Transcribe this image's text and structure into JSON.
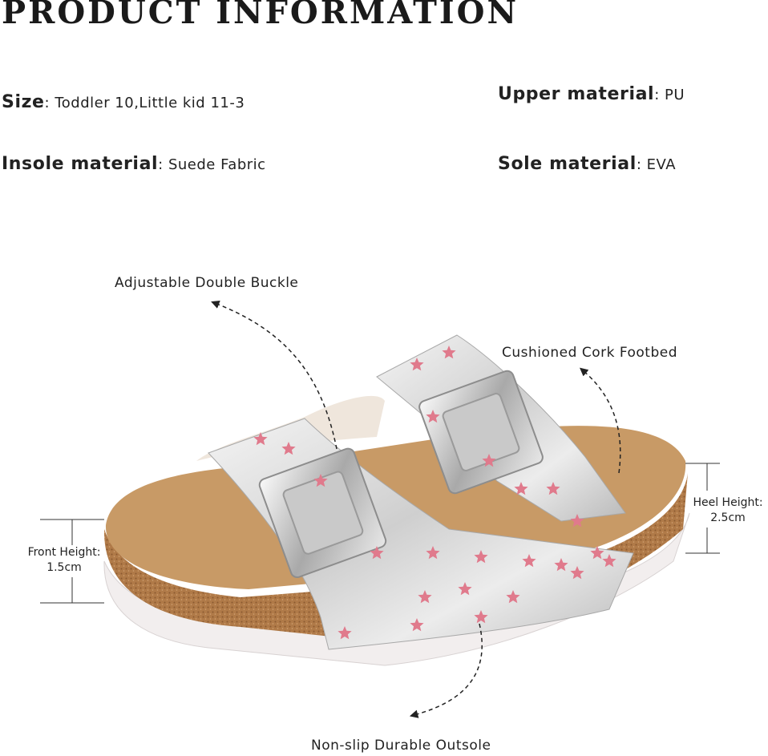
{
  "title": "PRODUCT INFORMATION",
  "specs": {
    "size": {
      "label": "Size",
      "value": "Toddler 10,Little kid 11-3"
    },
    "upper": {
      "label": "Upper material",
      "value": "PU"
    },
    "insole": {
      "label": "Insole material",
      "value": "Suede Fabric"
    },
    "sole": {
      "label": "Sole material",
      "value": "EVA"
    }
  },
  "callouts": {
    "buckle": "Adjustable Double Buckle",
    "footbed": "Cushioned Cork Footbed",
    "outsole": "Non-slip Durable Outsole"
  },
  "dimensions": {
    "front": {
      "label": "Front Height:",
      "value": "1.5cm"
    },
    "heel": {
      "label": "Heel Height:",
      "value": "2.5cm"
    }
  },
  "colors": {
    "strap": "#d8d8d8",
    "star": "#e07a8c",
    "cork": "#b07a48",
    "footbed": "#c89a66",
    "sole": "#f2eeee"
  },
  "product": {
    "image": "kids-double-buckle-cork-sandal",
    "motif": "pink stars"
  }
}
